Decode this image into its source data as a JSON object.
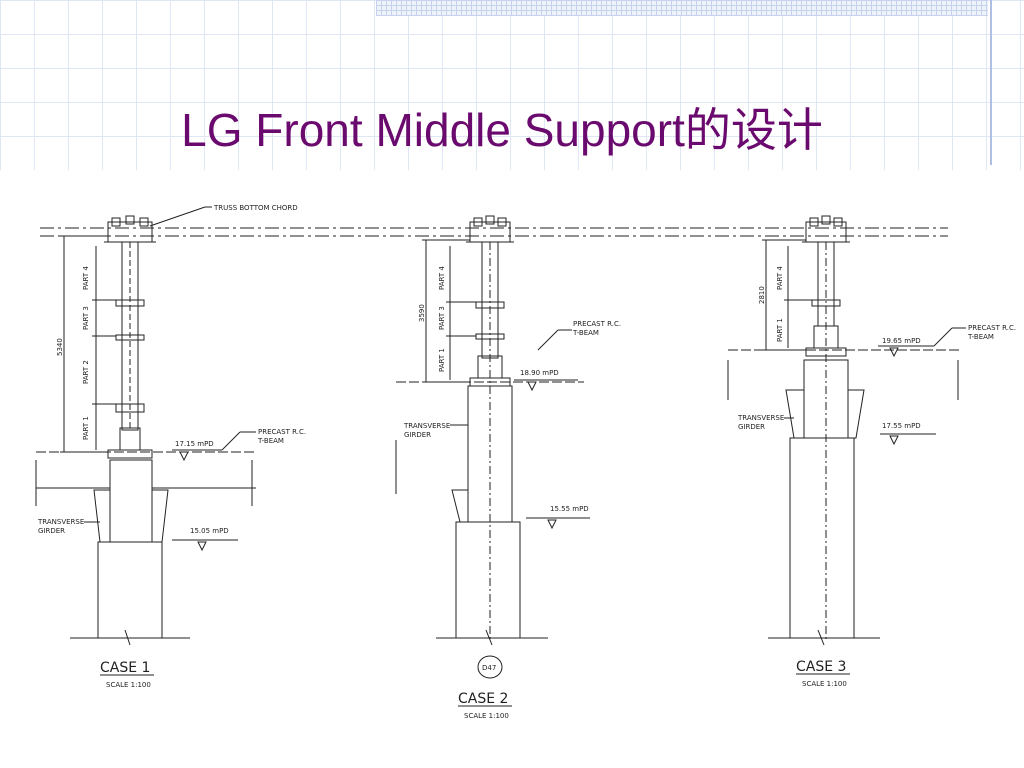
{
  "slide": {
    "title": "LG Front Middle Support的设计"
  },
  "drawing": {
    "truss_label": "TRUSS BOTTOM CHORD",
    "precast": "PRECAST R.C.",
    "tbeam": "T-BEAM",
    "transverse": "TRANSVERSE",
    "girder": "GIRDER",
    "part1": "PART 1",
    "part2": "PART 2",
    "part3": "PART 3",
    "part4": "PART 4",
    "case1": {
      "label": "CASE 1",
      "scale": "SCALE 1:100",
      "dim": "5340",
      "level_top": "17.15 mPD",
      "level_bottom": "15.05 mPD"
    },
    "case2": {
      "label": "CASE 2",
      "scale": "SCALE 1:100",
      "dim": "3590",
      "level_top": "18.90 mPD",
      "level_bottom": "15.55 mPD",
      "marker": "D47"
    },
    "case3": {
      "label": "CASE 3",
      "scale": "SCALE 1:100",
      "dim": "2810",
      "level_top": "19.65 mPD",
      "level_bottom": "17.55 mPD"
    }
  }
}
